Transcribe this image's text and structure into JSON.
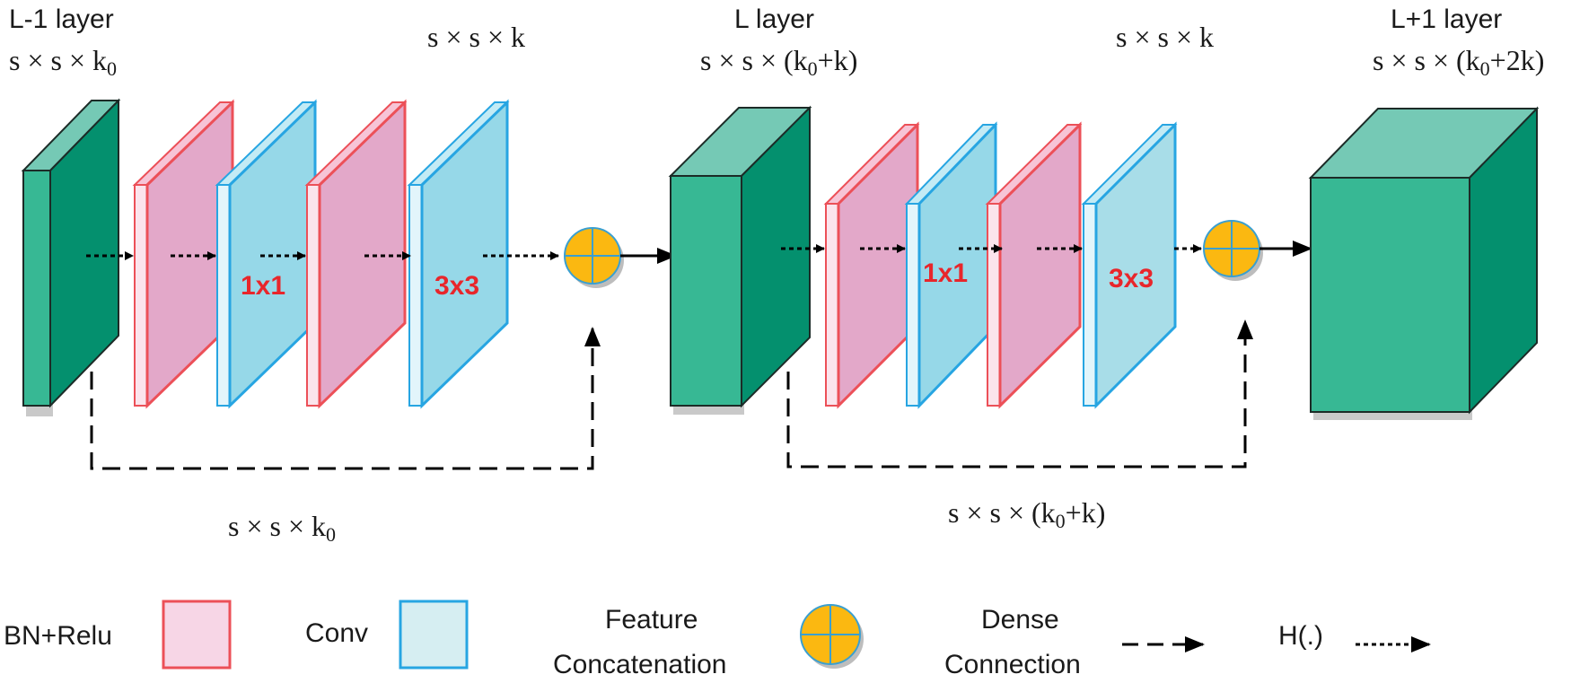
{
  "layers": {
    "l_minus_1": {
      "title": "L-1 layer",
      "dim_prefix": "s × s × k",
      "dim_sub": "0",
      "dim_suffix": ""
    },
    "l": {
      "title": "L layer",
      "dim_prefix": "s × s × (k",
      "dim_sub": "0",
      "dim_suffix": "+k)"
    },
    "l_plus_1": {
      "title": "L+1 layer",
      "dim_prefix": "s × s × (k",
      "dim_sub": "0",
      "dim_suffix": "+2k)"
    }
  },
  "block1": {
    "growth_dim": "s × s × k",
    "kernel_a": "1x1",
    "kernel_b": "3x3"
  },
  "block2": {
    "growth_dim": "s × s × k",
    "kernel_a": "1x1",
    "kernel_b": "3x3"
  },
  "dense_connections": {
    "first": {
      "dim_prefix": "s × s × k",
      "dim_sub": "0",
      "dim_suffix": ""
    },
    "second": {
      "dim_prefix": "s × s × (k",
      "dim_sub": "0",
      "dim_suffix": "+k)"
    }
  },
  "legend": {
    "bn_relu": "BN+Relu",
    "conv": "Conv",
    "feature_line1": "Feature",
    "feature_line2": "Concatenation",
    "dense_line1": "Dense",
    "dense_line2": "Connection",
    "h_func": "H(.)"
  },
  "colors": {
    "cube_front": "#37b894",
    "cube_side": "#04906e",
    "cube_top": "#75c9b5",
    "bn_fill": "#e3a8c9",
    "bn_edge": "#ec5058",
    "conv_fill": "#96d8e8",
    "conv_edge": "#27a5e2",
    "concat_fill": "#fbb811",
    "kernel_text": "#e8262b"
  }
}
